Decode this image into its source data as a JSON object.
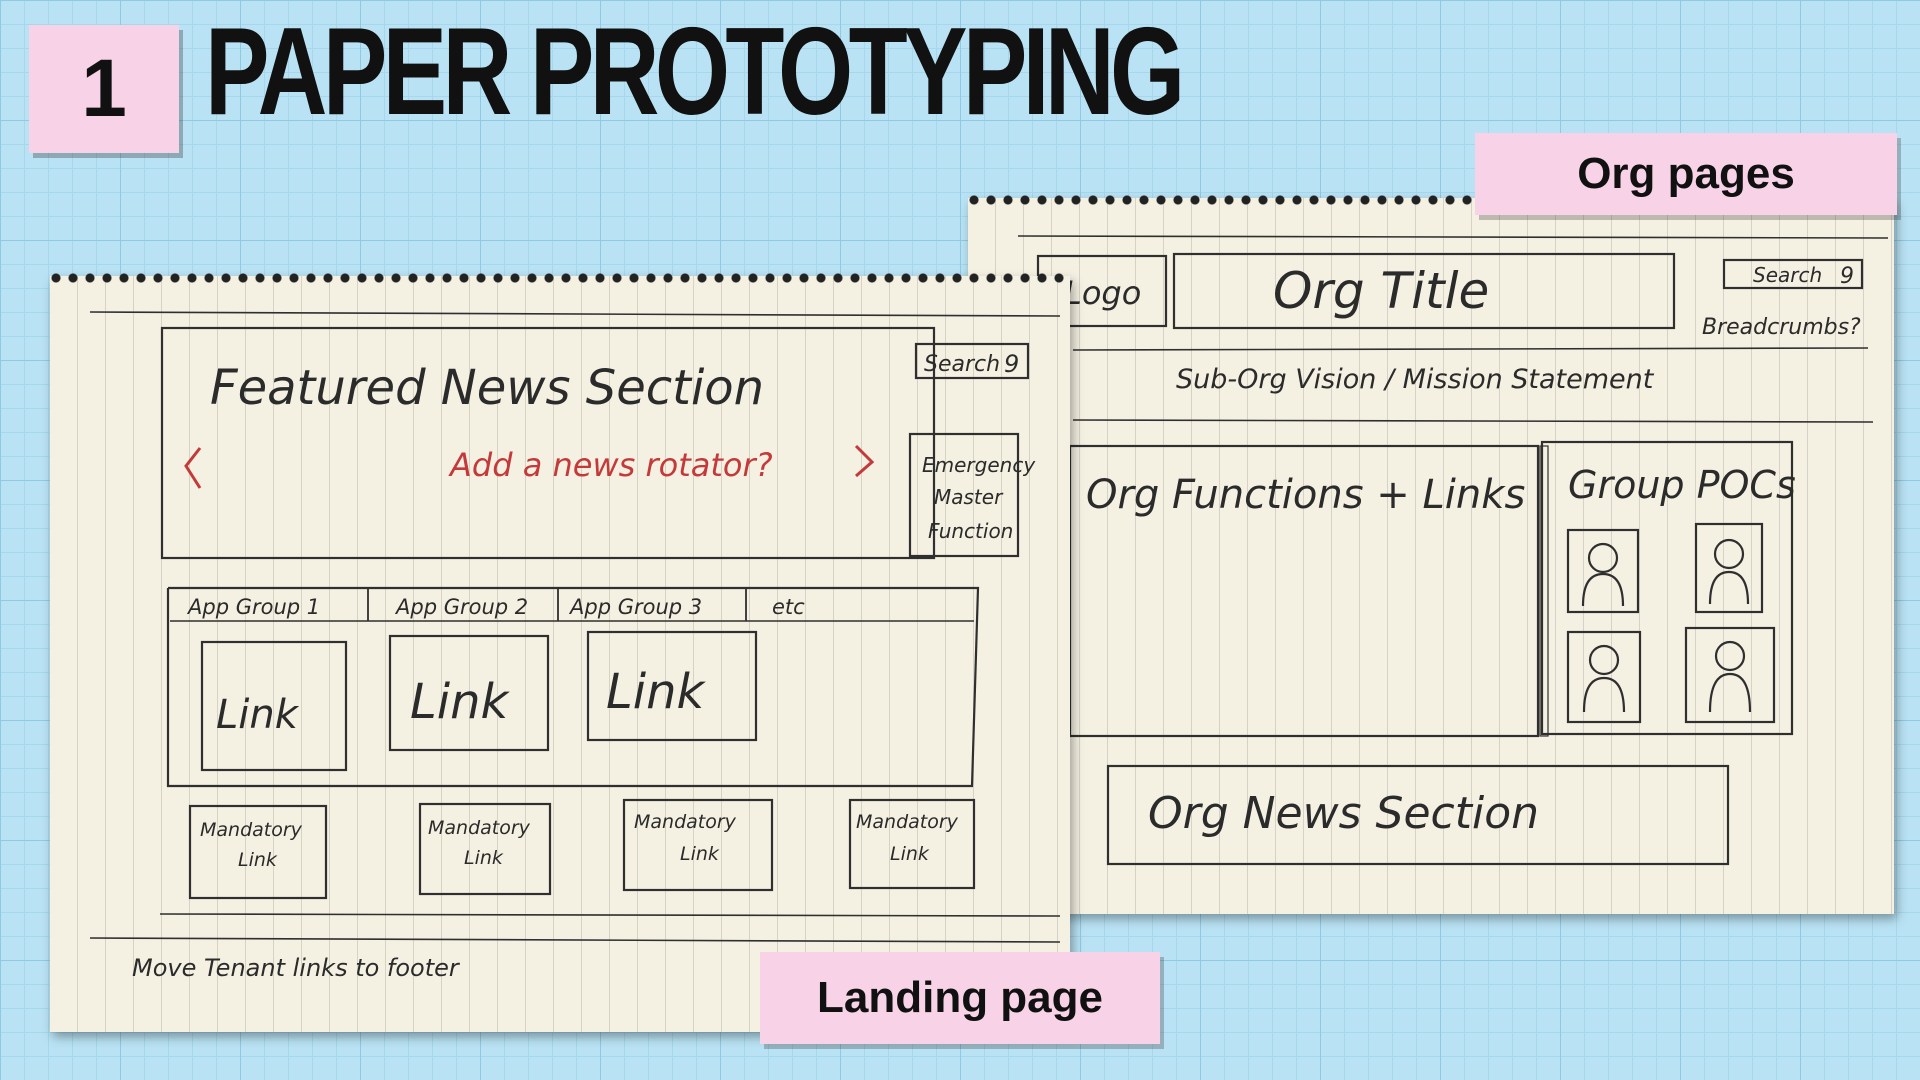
{
  "slide": {
    "number": "1",
    "title": "PAPER PROTOTYPING",
    "colors": {
      "background": "#b9e3f4",
      "label_bg": "#f8d3e8",
      "paper": "#f4f0e2",
      "red_ink": "#c43a3a"
    }
  },
  "org_sketch": {
    "caption": "Org pages",
    "logo": "Logo",
    "title": "Org Title",
    "search": "Search",
    "search_glyph": "9",
    "breadcrumbs": "Breadcrumbs?",
    "mission": "Sub-Org Vision / Mission Statement",
    "functions": "Org Functions + Links",
    "pocs": "Group POCs",
    "news": "Org News Section"
  },
  "landing_sketch": {
    "caption": "Landing page",
    "featured": "Featured News Section",
    "rotator_note": "Add a news rotator?",
    "search": "Search",
    "search_glyph": "9",
    "emergency": [
      "Emergency",
      "Master",
      "Function"
    ],
    "tabs": [
      "App Group 1",
      "App Group 2",
      "App Group 3",
      "etc"
    ],
    "links": [
      "Link",
      "Link",
      "Link"
    ],
    "mandatory": [
      {
        "line1": "Mandatory",
        "line2": "Link"
      },
      {
        "line1": "Mandatory",
        "line2": "Link"
      },
      {
        "line1": "Mandatory",
        "line2": "Link"
      },
      {
        "line1": "Mandatory",
        "line2": "Link"
      }
    ],
    "footer_note": "Move Tenant links to footer"
  }
}
